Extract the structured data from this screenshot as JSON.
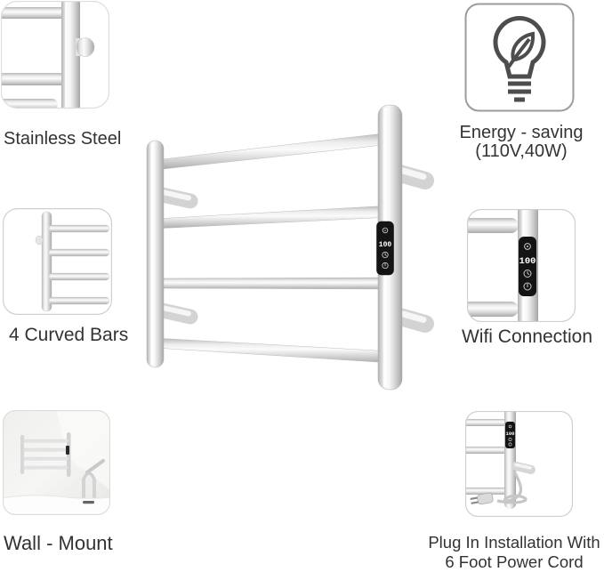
{
  "product": {
    "name": "Wall-mounted heated towel warmer rack with 4 bars",
    "control_panel": {
      "display_value": "100",
      "icons": [
        "heat-icon",
        "timer-icon",
        "power-icon"
      ]
    }
  },
  "features": {
    "stainless_steel": {
      "label": "Stainless Steel",
      "thumbnail": "stainless-steel-closeup-photo"
    },
    "energy_saving": {
      "label_line1": "Energy - saving",
      "label_line2": "(110V,40W)",
      "icon": "bulb-leaf-icon"
    },
    "curved_bars": {
      "label": "4 Curved Bars",
      "thumbnail": "four-bars-side-view-photo"
    },
    "wifi": {
      "label": "Wifi Connection",
      "thumbnail": "control-panel-closeup-photo"
    },
    "wall_mount": {
      "label": "Wall - Mount",
      "thumbnail": "bathroom-wall-mount-photo"
    },
    "plug_in": {
      "label_line1": "Plug In Installation With",
      "label_line2": "6 Foot Power Cord",
      "thumbnail": "power-cord-plug-photo"
    }
  },
  "colors": {
    "background": "#ffffff",
    "text": "#333333",
    "panel_black": "#141414",
    "icon_stroke": "#4d4d4d",
    "metal_light": "#fbfbfb",
    "metal_dark": "#a6a6a6",
    "thumb_border": "#cccccc"
  }
}
